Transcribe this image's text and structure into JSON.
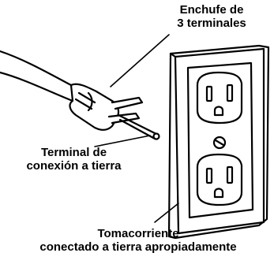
{
  "labels": {
    "plug_line1": "Enchufe de",
    "plug_line2": "3 terminales",
    "ground_line1": "Terminal de",
    "ground_line2": "conexión a tierra",
    "outlet_line1": "Tomacorriente",
    "outlet_line2": "conectado a tierra apropiadamente"
  },
  "colors": {
    "ink": "#000000",
    "paper": "#ffffff"
  }
}
